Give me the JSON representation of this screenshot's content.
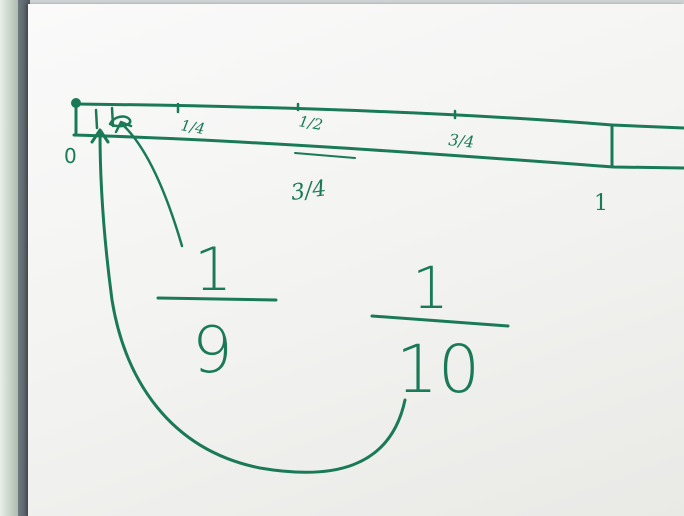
{
  "scene": {
    "description_type": "photo of hand-drawn number line on flip chart paper",
    "ink_color": "#1a7a58",
    "paper_color": "#f4f4f2"
  },
  "number_line": {
    "tick_labels": [
      "1/4",
      "1/2",
      "3/4"
    ],
    "below_label": "3/4",
    "zero_label": "0",
    "one_label": "1"
  },
  "fractions": [
    {
      "numerator": "1",
      "denominator": "9"
    },
    {
      "numerator": "1",
      "denominator": "10"
    }
  ]
}
